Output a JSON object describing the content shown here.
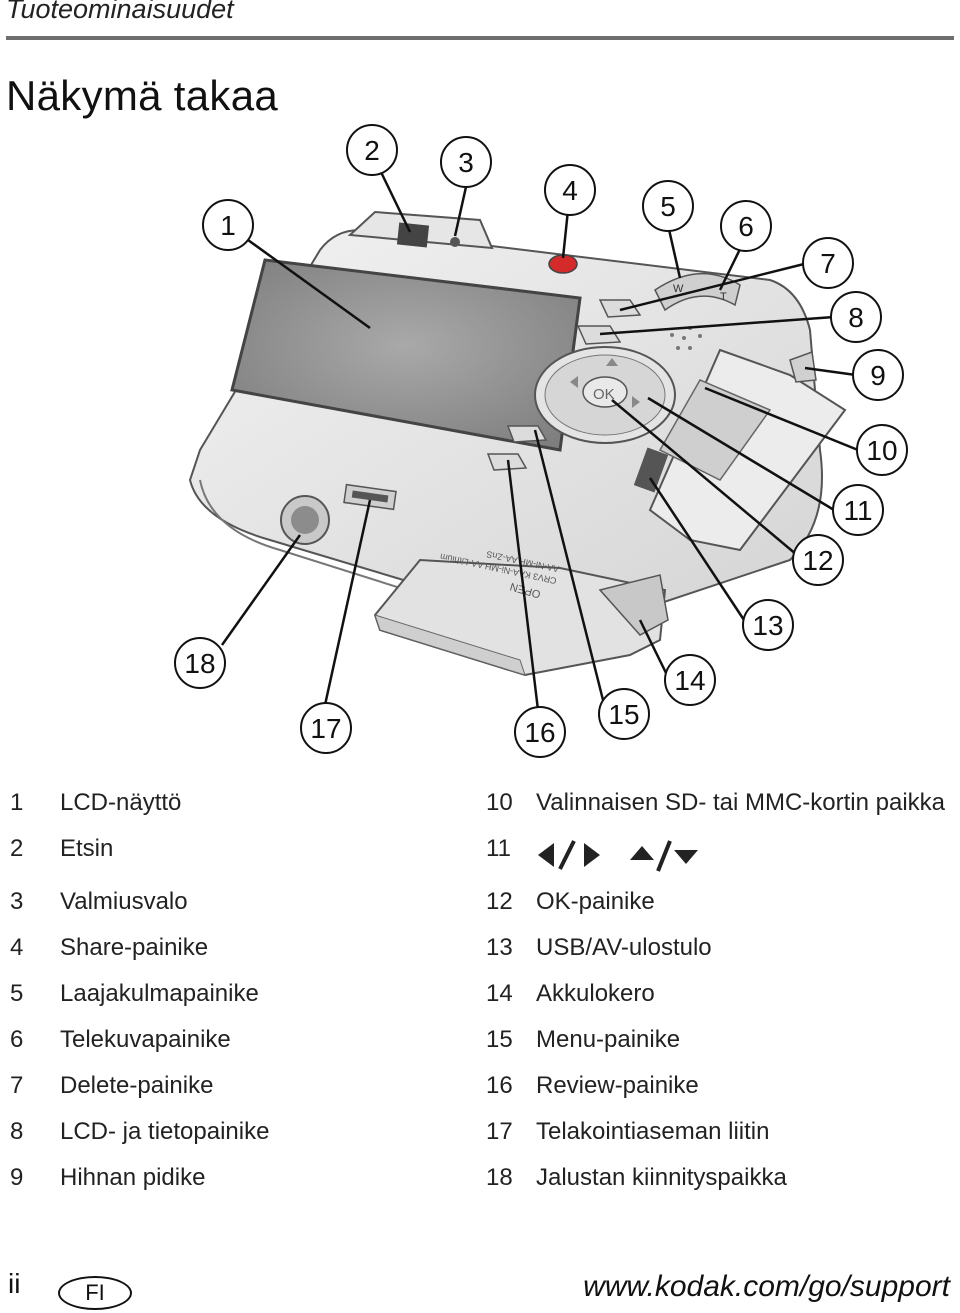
{
  "header": {
    "section_title": "Tuoteominaisuudet",
    "page_heading": "Näkymä takaa"
  },
  "diagram": {
    "callouts": [
      "1",
      "2",
      "3",
      "4",
      "5",
      "6",
      "7",
      "8",
      "9",
      "10",
      "11",
      "12",
      "13",
      "14",
      "15",
      "16",
      "17",
      "18"
    ],
    "camera_labels": {
      "ok": "OK",
      "open": "OPEN",
      "battery_1": "CRV3 KAA-Ni-MH AA-Lithium",
      "battery_2": "AA-Ni-MH AA-ZnS"
    }
  },
  "legend": {
    "left": [
      {
        "num": "1",
        "label": "LCD-näyttö"
      },
      {
        "num": "2",
        "label": "Etsin"
      },
      {
        "num": "3",
        "label": "Valmiusvalo"
      },
      {
        "num": "4",
        "label": "Share-painike"
      },
      {
        "num": "5",
        "label": "Laajakulmapainike"
      },
      {
        "num": "6",
        "label": "Telekuvapainike"
      },
      {
        "num": "7",
        "label": "Delete-painike"
      },
      {
        "num": "8",
        "label": "LCD- ja tietopainike"
      },
      {
        "num": "9",
        "label": "Hihnan pidike"
      }
    ],
    "right": [
      {
        "num": "10",
        "label": "Valinnaisen SD- tai MMC-kortin paikka"
      },
      {
        "num": "11",
        "label": ""
      },
      {
        "num": "12",
        "label": "OK-painike"
      },
      {
        "num": "13",
        "label": "USB/AV-ulostulo"
      },
      {
        "num": "14",
        "label": "Akkulokero"
      },
      {
        "num": "15",
        "label": "Menu-painike"
      },
      {
        "num": "16",
        "label": "Review-painike"
      },
      {
        "num": "17",
        "label": "Telakointiaseman liitin"
      },
      {
        "num": "18",
        "label": "Jalustan kiinnityspaikka"
      }
    ]
  },
  "footer": {
    "page_number": "ii",
    "language_badge": "FI",
    "url": "www.kodak.com/go/support"
  }
}
